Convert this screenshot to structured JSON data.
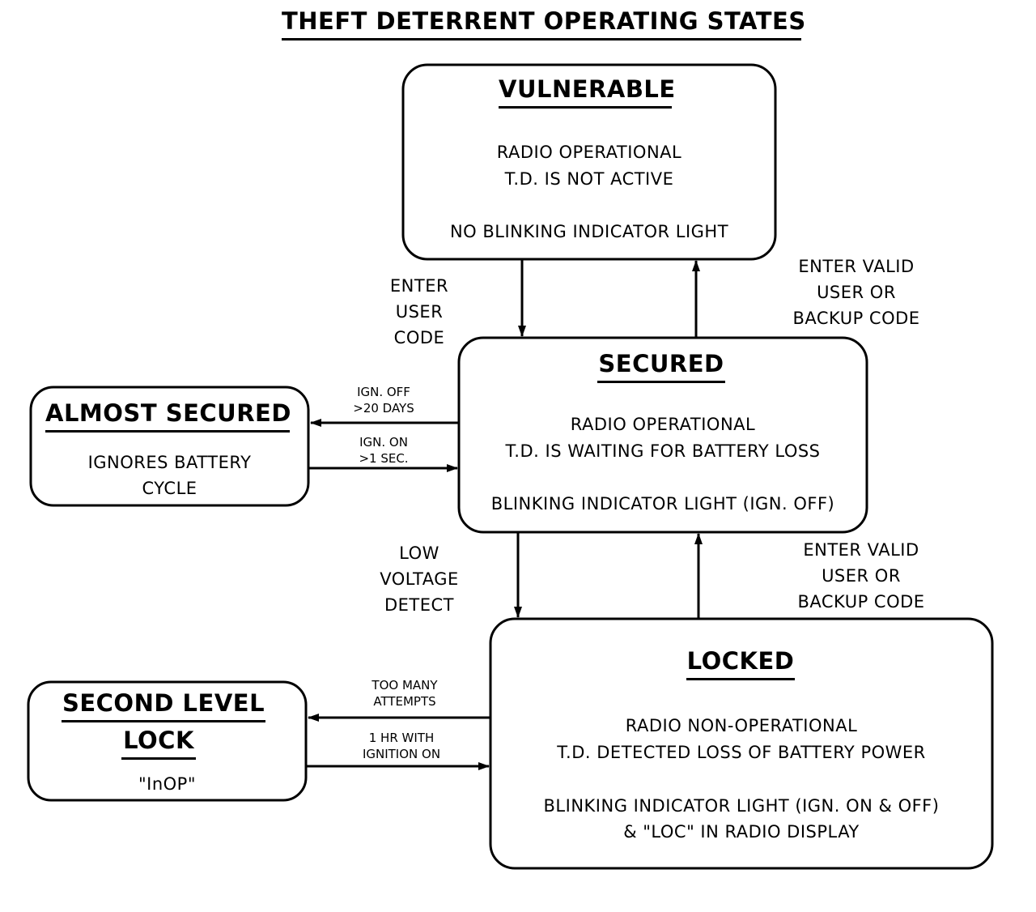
{
  "title": "THEFT DETERRENT OPERATING STATES",
  "states": {
    "vulnerable": {
      "name": "VULNERABLE",
      "line1": "RADIO OPERATIONAL",
      "line2": "T.D. IS NOT ACTIVE",
      "line3": "NO BLINKING INDICATOR LIGHT"
    },
    "secured": {
      "name": "SECURED",
      "line1": "RADIO OPERATIONAL",
      "line2": "T.D. IS WAITING FOR BATTERY LOSS",
      "line3": "BLINKING INDICATOR LIGHT (IGN. OFF)"
    },
    "almost_secured": {
      "name": "ALMOST SECURED",
      "line1": "IGNORES BATTERY",
      "line2": "CYCLE"
    },
    "locked": {
      "name": "LOCKED",
      "line1": "RADIO NON-OPERATIONAL",
      "line2": "T.D. DETECTED LOSS OF BATTERY POWER",
      "line3": "BLINKING INDICATOR LIGHT (IGN. ON & OFF)",
      "line4": "& \"LOC\" IN RADIO DISPLAY"
    },
    "second_level_lock": {
      "name1": "SECOND LEVEL",
      "name2": "LOCK",
      "line1": "\"InOP\""
    }
  },
  "transitions": {
    "enter_user_code": [
      "ENTER",
      "USER",
      "CODE"
    ],
    "valid_code_top": [
      "ENTER VALID",
      "USER OR",
      "BACKUP CODE"
    ],
    "ign_off": [
      "IGN. OFF",
      ">20 DAYS"
    ],
    "ign_on": [
      "IGN. ON",
      ">1 SEC."
    ],
    "low_voltage": [
      "LOW",
      "VOLTAGE",
      "DETECT"
    ],
    "valid_code_bottom": [
      "ENTER VALID",
      "USER OR",
      "BACKUP CODE"
    ],
    "too_many": [
      "TOO MANY",
      "ATTEMPTS"
    ],
    "one_hr": [
      "1 HR WITH",
      "IGNITION ON"
    ]
  }
}
